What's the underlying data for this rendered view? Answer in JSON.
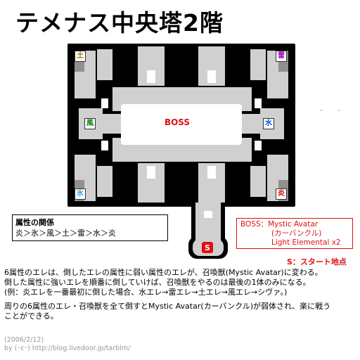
{
  "title": "テメナス中央塔2階",
  "map": {
    "boss_label": "BOSS",
    "start_label": "S",
    "elements": {
      "earth": {
        "char": "土",
        "color": "#a07000"
      },
      "thunder": {
        "char": "雷",
        "color": "#a000c0"
      },
      "wind": {
        "char": "風",
        "color": "#008000"
      },
      "water": {
        "char": "水",
        "color": "#0050e0"
      },
      "ice": {
        "char": "氷",
        "color": "#40a0e0"
      },
      "fire": {
        "char": "炎",
        "color": "#e00000"
      }
    }
  },
  "relations": {
    "heading": "属性の関係",
    "chain": "炎＞氷＞風＞土＞雷＞水＞炎"
  },
  "boss_info": {
    "line1": "BOSS：Mystic Avatar",
    "line2": "(カーバンクル)",
    "line3": "Light Elemental x2"
  },
  "start_legend": "S：スタート地点",
  "description": {
    "para1_line1": "6属性のエレは、倒したエレの属性に弱い属性のエレが、召喚獣(Mystic Avatar)に変わる。",
    "para1_line2": "倒した属性に強いエレを順番に倒していけば、召喚獣をやるのは最後の1体のみになる。",
    "para1_line3": "(例：炎エレを一番最初に倒した場合、水エレ→雷エレ→土エレ→風エレ→シヴァ。)",
    "para2_line1": "周りの6属性のエレ・召喚獣を全て倒すとMystic Avatar(カーバンクル)が弱体され、楽に戦う",
    "para2_line2": "ことができる。"
  },
  "footer": {
    "date": "(2006/2/12)",
    "credit": "by (･ε･)  http://blog.livedoor.jp/tarblm/"
  },
  "colors": {
    "wall": "#000000",
    "floor": "#d0d0d0",
    "corner_room": "#909090",
    "light": "#ffffff",
    "accent": "#e01010"
  }
}
